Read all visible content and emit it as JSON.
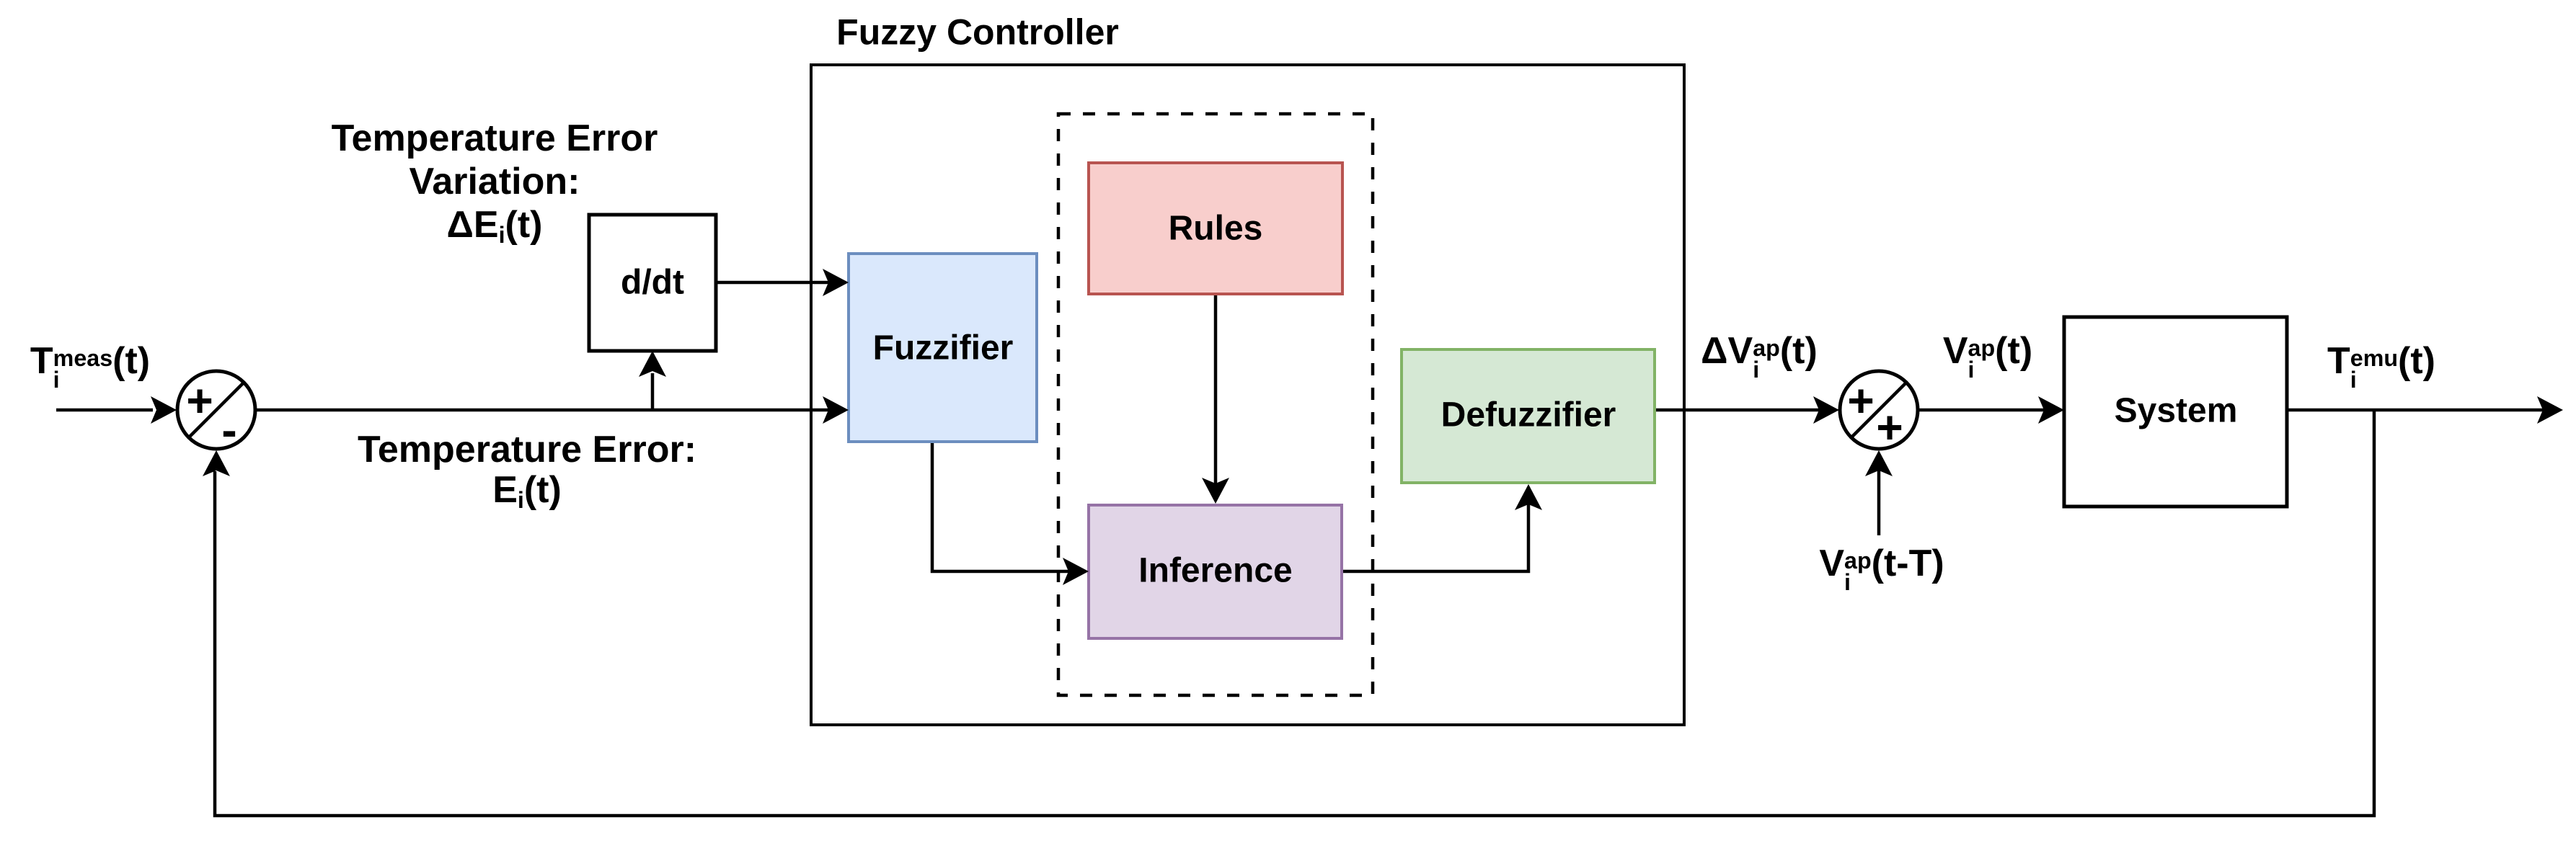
{
  "diagram": {
    "title": "Fuzzy Controller",
    "blocks": {
      "ddt": "d/dt",
      "fuzzifier": "Fuzzifier",
      "rules": "Rules",
      "inference": "Inference",
      "defuzzifier": "Defuzzifier",
      "system": "System"
    },
    "annotations": {
      "error_variation": {
        "line1": "Temperature Error",
        "line2": "Variation:"
      },
      "error": {
        "line1": "Temperature Error:"
      }
    },
    "signals": {
      "t_meas": {
        "pre": "T",
        "sub": "i",
        "sup": "meas",
        "post": "(t)"
      },
      "delta_e": {
        "pre": "ΔE",
        "sub": "i",
        "post": "(t)"
      },
      "e": {
        "pre": "E",
        "sub": "i",
        "post": "(t)"
      },
      "delta_v": {
        "pre": "ΔV",
        "sub": "i",
        "sup": "ap",
        "post": "(t)"
      },
      "v": {
        "pre": "V",
        "sub": "i",
        "sup": "ap",
        "post": "(t)"
      },
      "v_delay": {
        "pre": "V",
        "sub": "i",
        "sup": "ap",
        "post": "(t-T)"
      },
      "t_emu": {
        "pre": "T",
        "sub": "i",
        "sup": "emu",
        "post": "(t)"
      }
    },
    "junctions": {
      "sum1": {
        "top_sign": "+",
        "bottom_sign": "-"
      },
      "sum2": {
        "top_sign": "+",
        "bottom_sign": "+"
      }
    },
    "colors": {
      "line": "#000000",
      "arrow": "#000000",
      "node_fill": "#ffffff",
      "fuzzifier_fill": "#dae8fc",
      "fuzzifier_stroke": "#6c8ebf",
      "rules_fill": "#f8cecc",
      "rules_stroke": "#b85450",
      "inference_fill": "#e1d5e7",
      "inference_stroke": "#9673a6",
      "defuzzifier_fill": "#d5e8d4",
      "defuzzifier_stroke": "#82b366"
    }
  }
}
